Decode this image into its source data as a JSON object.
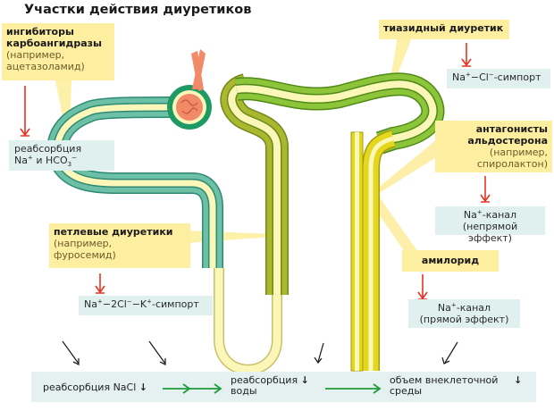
{
  "title": "Участки действия диуретиков",
  "callouts": {
    "carbonic": {
      "name": "ингибиторы карбоангидразы",
      "name_line1": "ингибиторы",
      "name_line2": "карбоангидразы",
      "example_line1": "(например,",
      "example_line2": "ацетазоламид)"
    },
    "loop": {
      "name": "петлевые диуретики",
      "example_line1": "(например,",
      "example_line2": "фуросемид)"
    },
    "thiazide": {
      "name": "тиазидный диуретик"
    },
    "aldosterone": {
      "name_line1": "антагонисты",
      "name_line2": "альдостерона",
      "example_line1": "(например,",
      "example_line2": "спиролактон)"
    },
    "amiloride": {
      "name": "амилорид"
    }
  },
  "effects": {
    "carbonic": {
      "line1": "реабсорбция",
      "line2_a": "Na",
      "line2_sup": "+",
      "line2_b": " и HCO",
      "line2_sub": "3",
      "line2_sup2": "−"
    },
    "loop": {
      "a": "Na",
      "sup1": "+",
      "b": "−2Cl",
      "sup2": "−",
      "c": "−K",
      "sup3": "+",
      "d": "-симпорт"
    },
    "thiazide": {
      "a": "Na",
      "sup1": "+",
      "b": "−Cl",
      "sup2": "−",
      "c": "-симпорт"
    },
    "aldosterone": {
      "a": "Na",
      "sup1": "+",
      "b": "-канал",
      "line2": "(непрямой эффект)"
    },
    "amiloride": {
      "a": "Na",
      "sup1": "+",
      "b": "-канал",
      "line2": "(прямой эффект)"
    }
  },
  "bottom": {
    "nacl": "реабсорбция NaCl",
    "water_line1": "реабсорбция",
    "water_line2": "воды",
    "volume_line1": "объем внеклеточной",
    "volume_line2": "среды",
    "down_arrow": "↓"
  },
  "colors": {
    "callout_bg": "#fdeea0",
    "effect_bg": "#dff0ee",
    "inhibit_arrow": "#e53323",
    "flow_arrow": "#1f9a3a",
    "proximal_tubule": "#5fb59a",
    "distal_tubule": "#8cc43a",
    "thick_ascending": "#a9b82f",
    "collecting_duct": "#e3d81e",
    "lumen": "#fbf7b8",
    "glomerulus": "#f28a6a",
    "capsule": "#1e9a64"
  }
}
